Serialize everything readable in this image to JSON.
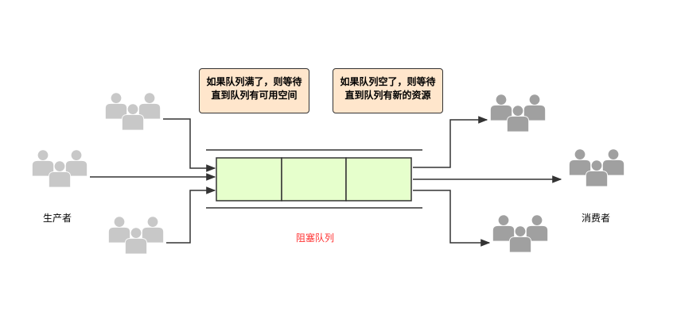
{
  "notes": {
    "full": [
      "如果队列满了，则等待",
      "直到队列有可用空间"
    ],
    "empty": [
      "如果队列空了，则等待",
      "直到队列有新的资源"
    ]
  },
  "labels": {
    "producer": "生产者",
    "consumer": "消费者",
    "queue": "阻塞队列"
  },
  "colors": {
    "note_fill": "#ffe6cc",
    "queue_fill": "#e6ffcc",
    "queue_caption": "#ff3333",
    "producer_icon": "#c8c8c8",
    "consumer_icon": "#a0a0a0",
    "line": "#333333"
  },
  "icons": {
    "producer": "user-group-icon",
    "consumer": "user-group-icon"
  },
  "queue": {
    "slots": 3
  }
}
